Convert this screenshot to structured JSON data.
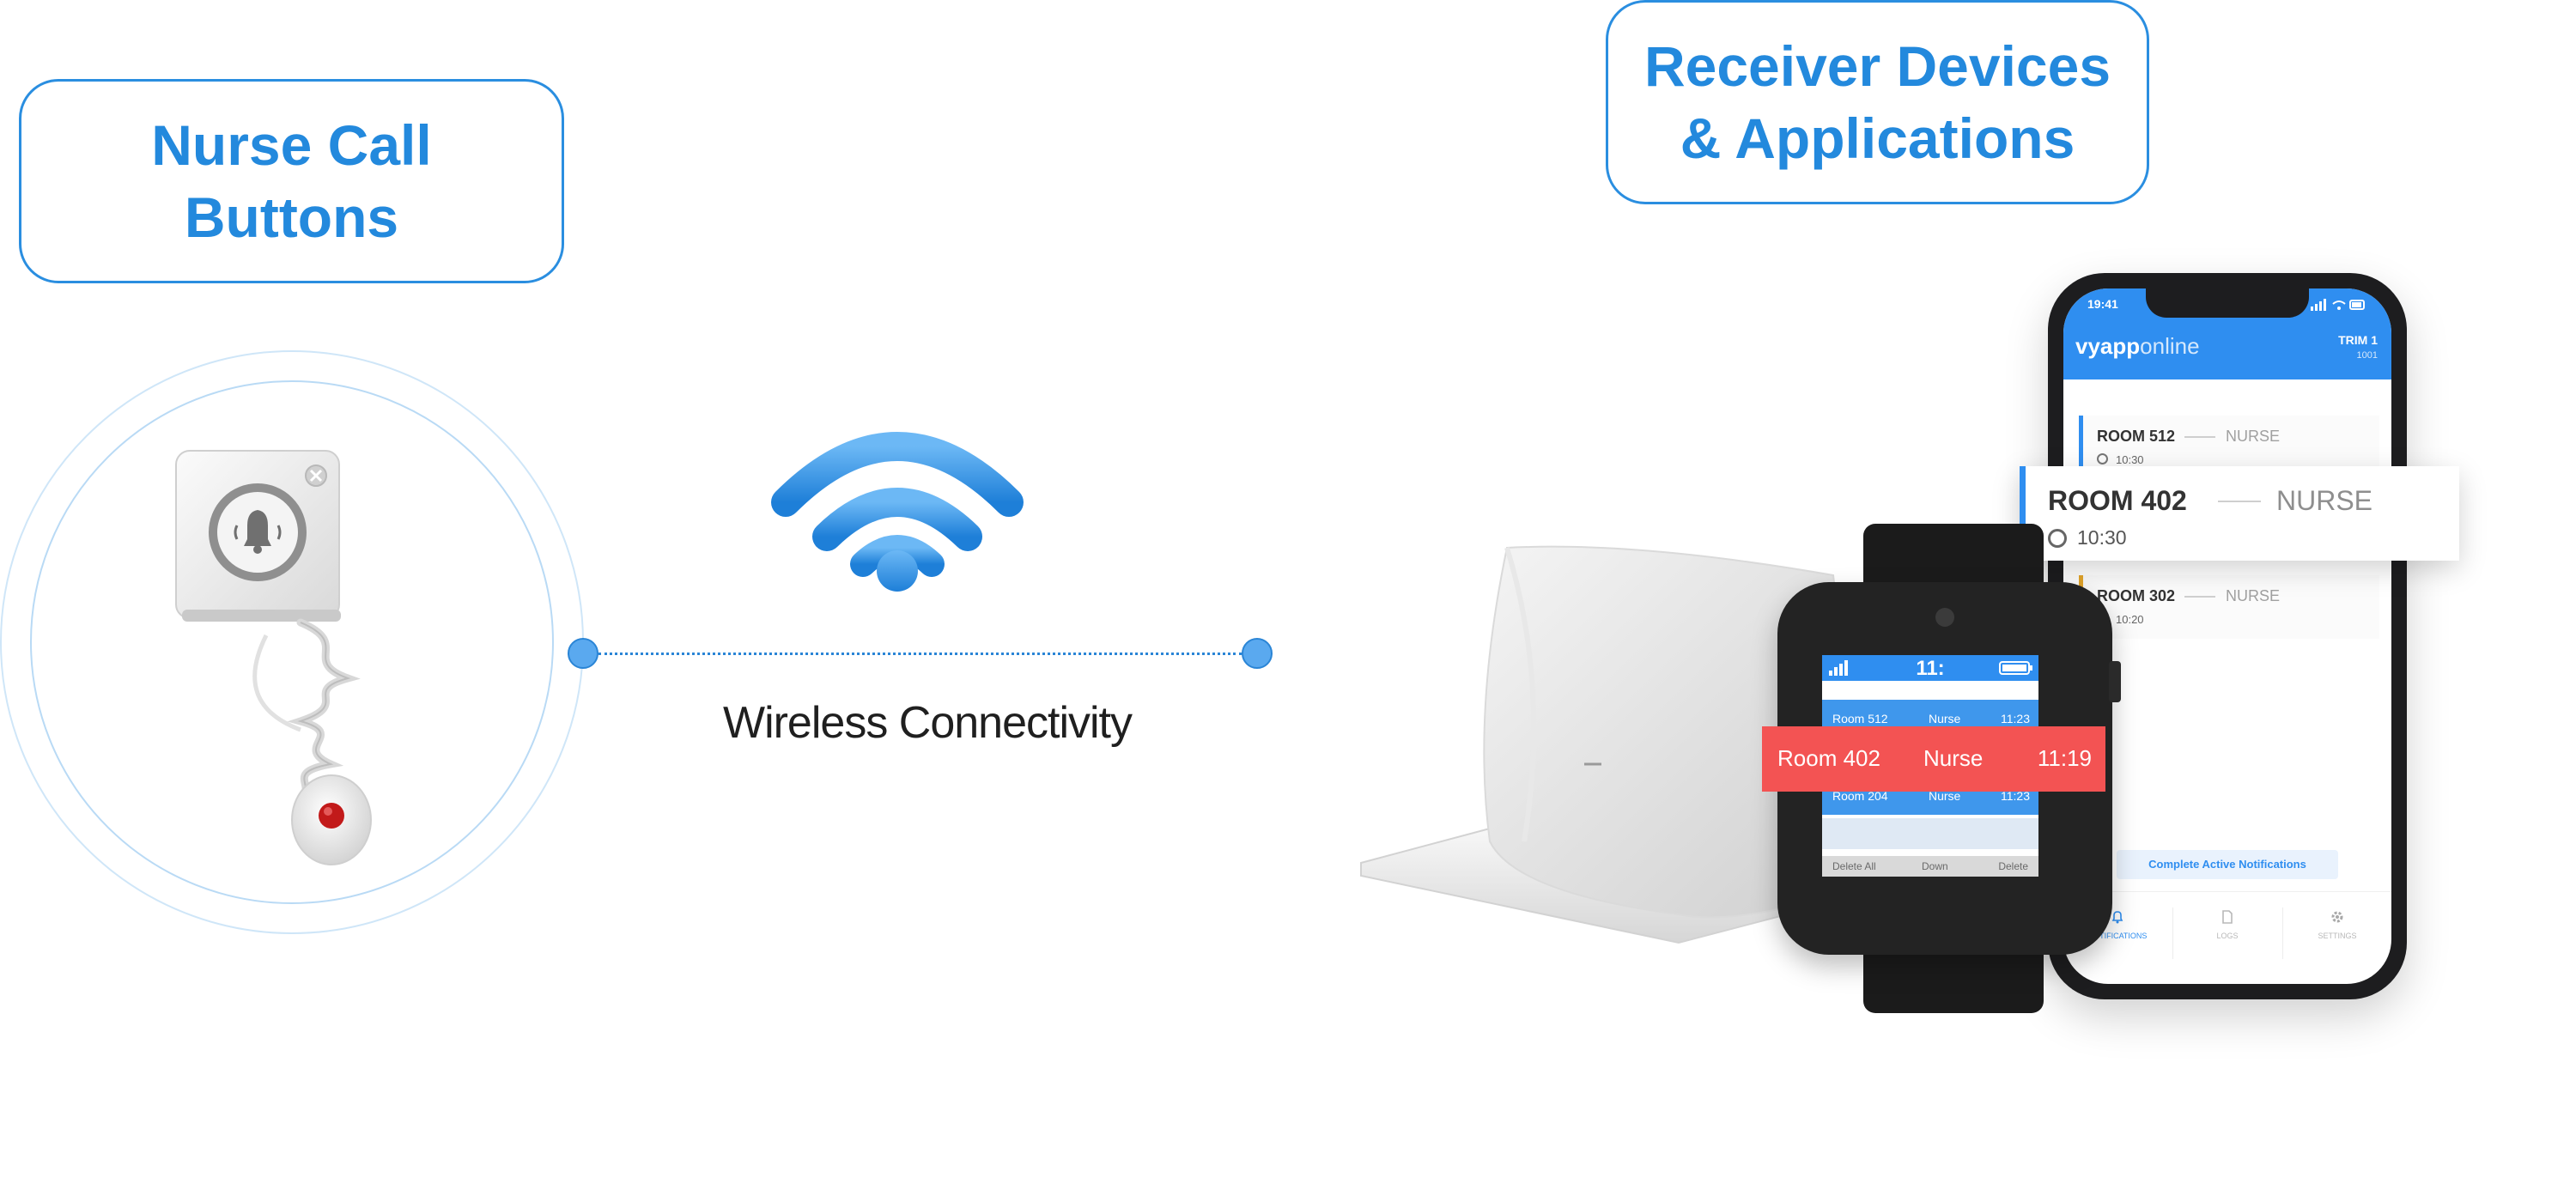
{
  "labels": {
    "left": "Nurse Call\nButtons",
    "right": "Receiver Devices\n& Applications"
  },
  "connection": {
    "caption": "Wireless Connectivity"
  },
  "phone": {
    "status_time": "19:41",
    "brand_bold": "vyapp",
    "brand_light": "online",
    "account_label": "TRIM 1",
    "account_id": "1001",
    "cards": [
      {
        "room": "ROOM 512",
        "role": "NURSE",
        "time": "10:30"
      },
      {
        "room": "ROOM 302",
        "role": "NURSE",
        "time": "10:20"
      }
    ],
    "highlight": {
      "room": "ROOM 402",
      "role": "NURSE",
      "time": "10:30"
    },
    "complete_button": "Complete Active Notifications",
    "tabs": [
      "NOTIFICATIONS",
      "LOGS",
      "SETTINGS"
    ]
  },
  "watch": {
    "clock": "11:",
    "rows": [
      {
        "room": "Room 512",
        "role": "Nurse",
        "time": "11:23"
      },
      {
        "room": "Room 204",
        "role": "Nurse",
        "time": "11:23"
      }
    ],
    "alert": {
      "room": "Room 402",
      "role": "Nurse",
      "time": "11:19"
    },
    "softkeys": [
      "Delete All",
      "Down",
      "Delete"
    ]
  },
  "colors": {
    "accent": "#2389dd",
    "alert": "#f35353",
    "app_header": "#2f8ef0"
  }
}
